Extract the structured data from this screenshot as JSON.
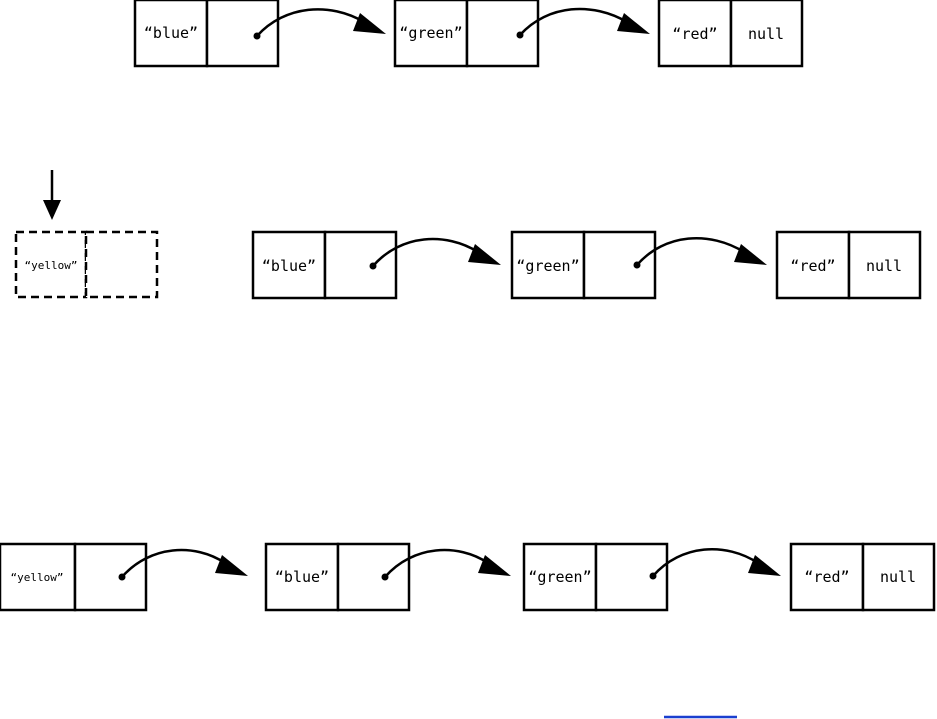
{
  "rows": [
    {
      "id": "original-list",
      "nodes": [
        {
          "value": "“blue”",
          "next": ""
        },
        {
          "value": "“green”",
          "next": ""
        },
        {
          "value": "“red”",
          "next": "null"
        }
      ]
    },
    {
      "id": "new-node-pending",
      "pending_node": {
        "value": "“yellow”",
        "next": ""
      },
      "nodes": [
        {
          "value": "“blue”",
          "next": ""
        },
        {
          "value": "“green”",
          "next": ""
        },
        {
          "value": "“red”",
          "next": "null"
        }
      ]
    },
    {
      "id": "after-prepend",
      "nodes": [
        {
          "value": "“yellow”",
          "next": ""
        },
        {
          "value": "“blue”",
          "next": ""
        },
        {
          "value": "“green”",
          "next": ""
        },
        {
          "value": "“red”",
          "next": "null"
        }
      ]
    }
  ],
  "colors": {
    "stroke": "#000000",
    "background": "#ffffff",
    "link": "#1a3fcf"
  }
}
